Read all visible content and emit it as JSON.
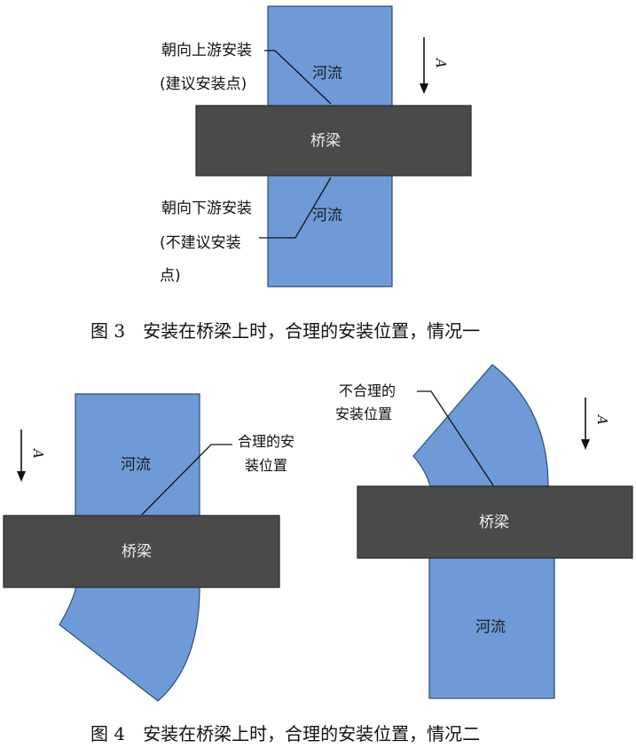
{
  "figure3": {
    "river_top": "河流",
    "river_bottom": "河流",
    "bridge": "桥梁",
    "upstream_line1": "朝向上游安装",
    "upstream_line2": "(建议安装点)",
    "downstream_line1": "朝向下游安装",
    "downstream_line2": "(不建议安装",
    "downstream_line3": "点)",
    "flow_label": "A",
    "caption": "图 3　安装在桥梁上时，合理的安装位置，情况一"
  },
  "figure4_left": {
    "river": "河流",
    "bridge": "桥梁",
    "callout_line1": "合理的安",
    "callout_line2": "装位置",
    "flow_label": "A"
  },
  "figure4_right": {
    "river": "河流",
    "bridge": "桥梁",
    "callout_line1": "不合理的",
    "callout_line2": "安装位置",
    "flow_label": "A"
  },
  "figure4_caption": "图 4　安装在桥梁上时，合理的安装位置，情况二",
  "colors": {
    "river": "#6e9bd8",
    "river_stroke": "#2f4a75",
    "bridge": "#4a4a4a",
    "bridge_stroke": "#2a2a2a",
    "line": "#111111"
  }
}
